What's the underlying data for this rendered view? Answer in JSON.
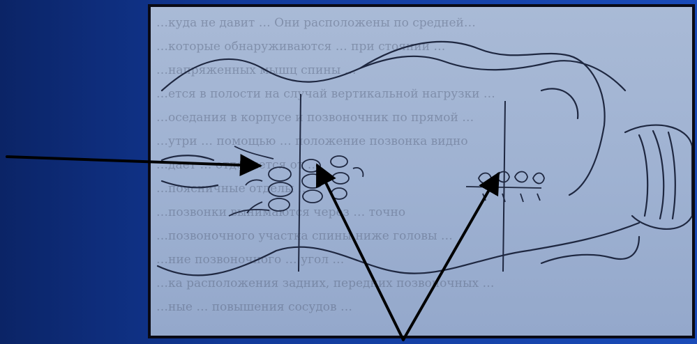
{
  "slide": {
    "background_start": "#0b2466",
    "background_end": "#1a4bb8",
    "arrow_color": "#000000"
  },
  "figure": {
    "paper_color": "#a2b4d3",
    "ink_color": "#1e2740",
    "text_color": "#55607a",
    "text_lines": [
      "…куда не давит … Они расположены по средней…",
      "…которые обнаруживаются … при стоянии …",
      "…напряженных мышц спины …",
      "…ется в полости на случай вертикальной нагрузки …",
      "…оседания в корпусе и позвоночник по прямой …",
      "…утри … помощью … положение позвонка видно",
      "…дает … отделяется от …",
      "…поясничные отделы …",
      "…позвонки вынимаются через … точно",
      "…позвоночного участка спины ниже головы …",
      "…ние позвоночного … угол …",
      "…ка расположения задних, передних позвоночных …",
      "…ные … повышения сосудов …"
    ]
  }
}
